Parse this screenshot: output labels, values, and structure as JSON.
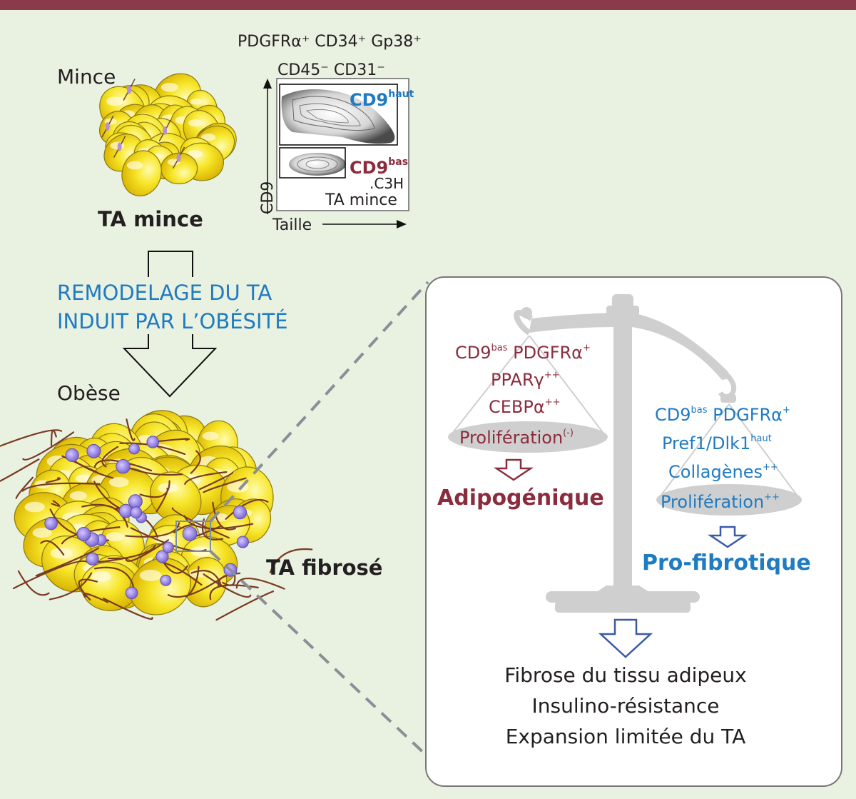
{
  "lean_panel": {
    "state_label": "Mince",
    "tissue_label": "TA  mince"
  },
  "facs_plot": {
    "marker_line1": "PDGFRα⁺ CD34⁺ Gp38⁺",
    "marker_line2": "CD45⁻ CD31⁻",
    "gate_high_main": "CD9",
    "gate_high_sup": "haut",
    "gate_low_main": "CD9",
    "gate_low_sup": "bas",
    "strain": ".C3H",
    "tissue": "TA mince",
    "y_axis": "CD9",
    "x_axis": "Taille"
  },
  "remodeling": {
    "line1": "REMODELAGE DU TA",
    "line2": "INDUIT PAR L’OBÉSITÉ"
  },
  "obese_panel": {
    "state_label": "Obèse",
    "tissue_label": "TA fibrosé"
  },
  "balance": {
    "left_pan": {
      "l1_main": "CD9",
      "l1_sup": "bas",
      "l1_rest": " PDGFRα",
      "l1_sup2": "+",
      "l2_main": "PPARγ",
      "l2_sup": "++",
      "l3_main": "CEBPα",
      "l3_sup": "++",
      "l4_main": "Prolifération",
      "l4_sup": "(-)",
      "outcome": "Adipogénique"
    },
    "right_pan": {
      "l1_main": "CD9",
      "l1_sup": "bas",
      "l1_rest": " PDGFRα",
      "l1_sup2": "+",
      "l2_main": "Pref1/Dlk1",
      "l2_sup": "haut",
      "l3_main": "Collagènes",
      "l3_sup": "++",
      "l4_main": "Prolifération",
      "l4_sup": "++",
      "outcome": "Pro-fibrotique"
    },
    "consequences": [
      "Fibrose du tissu adipeux",
      "Insulino-résistance",
      "Expansion limitée du TA"
    ]
  },
  "colors": {
    "top_bar": "#8b3a4c",
    "background": "#e9f1e1",
    "adipocyte": "#f7e62a",
    "collagen": "#7a3a22",
    "adipogenic": "#8b2c3e",
    "fibrotic": "#1f7bc2",
    "arrow_blue": "#3a5aa8"
  }
}
